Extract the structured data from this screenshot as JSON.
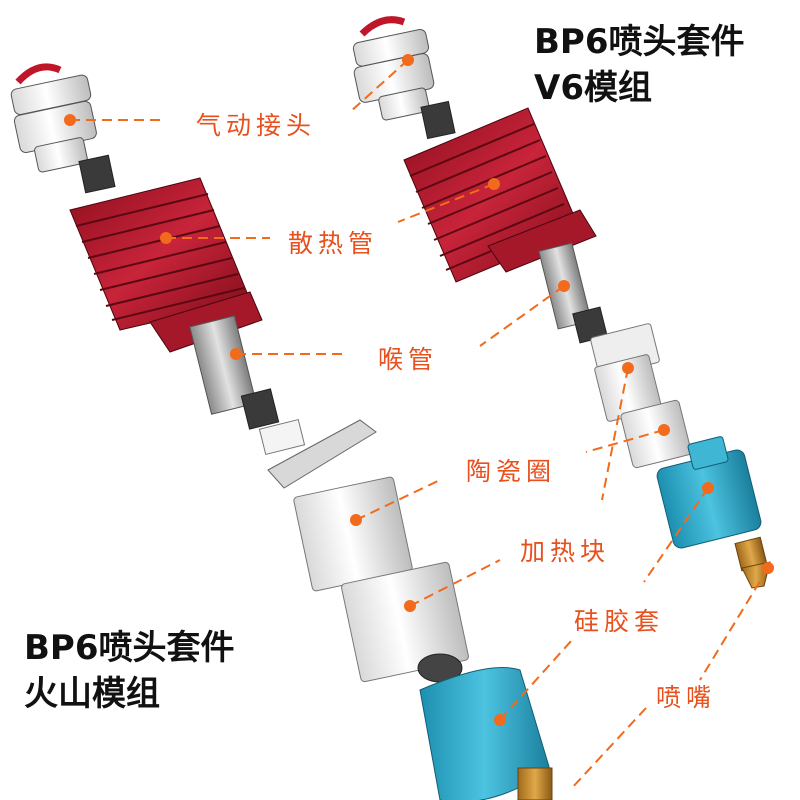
{
  "titles": {
    "v6_line1": "BP6喷头套件",
    "v6_line2": "V6模组",
    "volcano_line1": "BP6喷头套件",
    "volcano_line2": "火山模组"
  },
  "labels": {
    "pneumatic_fitting": "气动接头",
    "heat_sink": "散热管",
    "throat_tube": "喉管",
    "ceramic_ring": "陶瓷圈",
    "heater_block": "加热块",
    "silicone_sock": "硅胶套",
    "nozzle": "喷嘴"
  },
  "colors": {
    "label_orange": "#e8501e",
    "callout_dot": "#f26a1b",
    "heat_sink_red": "#b3192a",
    "heater_block_blue": "#2aa6c6",
    "brass": "#c98a2e"
  }
}
